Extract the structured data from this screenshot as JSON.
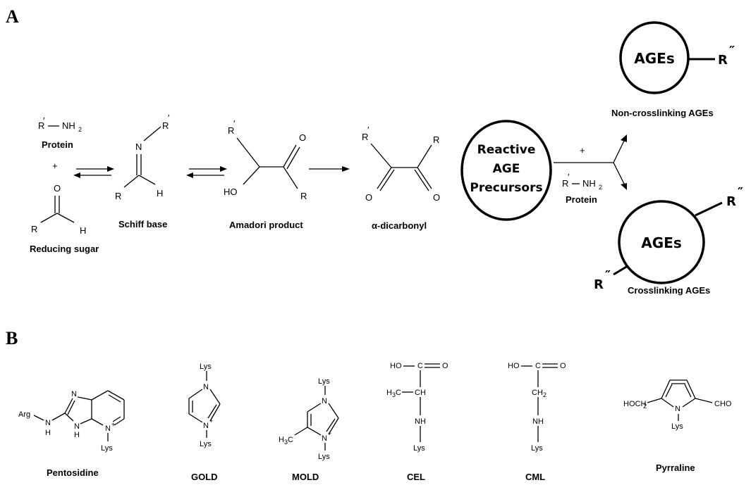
{
  "panels": {
    "a": "A",
    "b": "B"
  },
  "panel_a": {
    "protein_formula": {
      "r": "R",
      "nh": "NH",
      "sub": "2"
    },
    "protein_label": "Protein",
    "plus": "+",
    "reducing_sugar_label": "Reducing sugar",
    "schiff_base_label": "Schiff base",
    "amadori_label": "Amadori product",
    "dicarbonyl_label": "α-dicarbonyl",
    "reactive_precursors": [
      "Reactive",
      "AGE",
      "Precursors"
    ],
    "protein2_label": "Protein",
    "plus2": "+",
    "ages": "AGEs",
    "non_crosslinking_label": "Non-crosslinking AGEs",
    "crosslinking_label": "Crosslinking AGEs",
    "atoms": {
      "R": "R",
      "H": "H",
      "O": "O",
      "N": "N",
      "HO": "HO"
    },
    "prime": "′",
    "double_prime": "″"
  },
  "panel_b": {
    "compounds": [
      {
        "name": "Pentosidine"
      },
      {
        "name": "GOLD"
      },
      {
        "name": "MOLD"
      },
      {
        "name": "CEL"
      },
      {
        "name": "CML"
      },
      {
        "name": "Pyrraline"
      }
    ],
    "atoms": {
      "lys": "Lys",
      "arg": "Arg",
      "n": "N",
      "h": "H",
      "nplus": "N+",
      "nh": "NH",
      "ho": "HO",
      "c": "C",
      "o": "O",
      "ch": "CH",
      "ch2": "CH",
      "h3c": "H",
      "sub2": "2",
      "sub3": "3",
      "hoch2": "HOCH",
      "cho": "CHO"
    }
  }
}
